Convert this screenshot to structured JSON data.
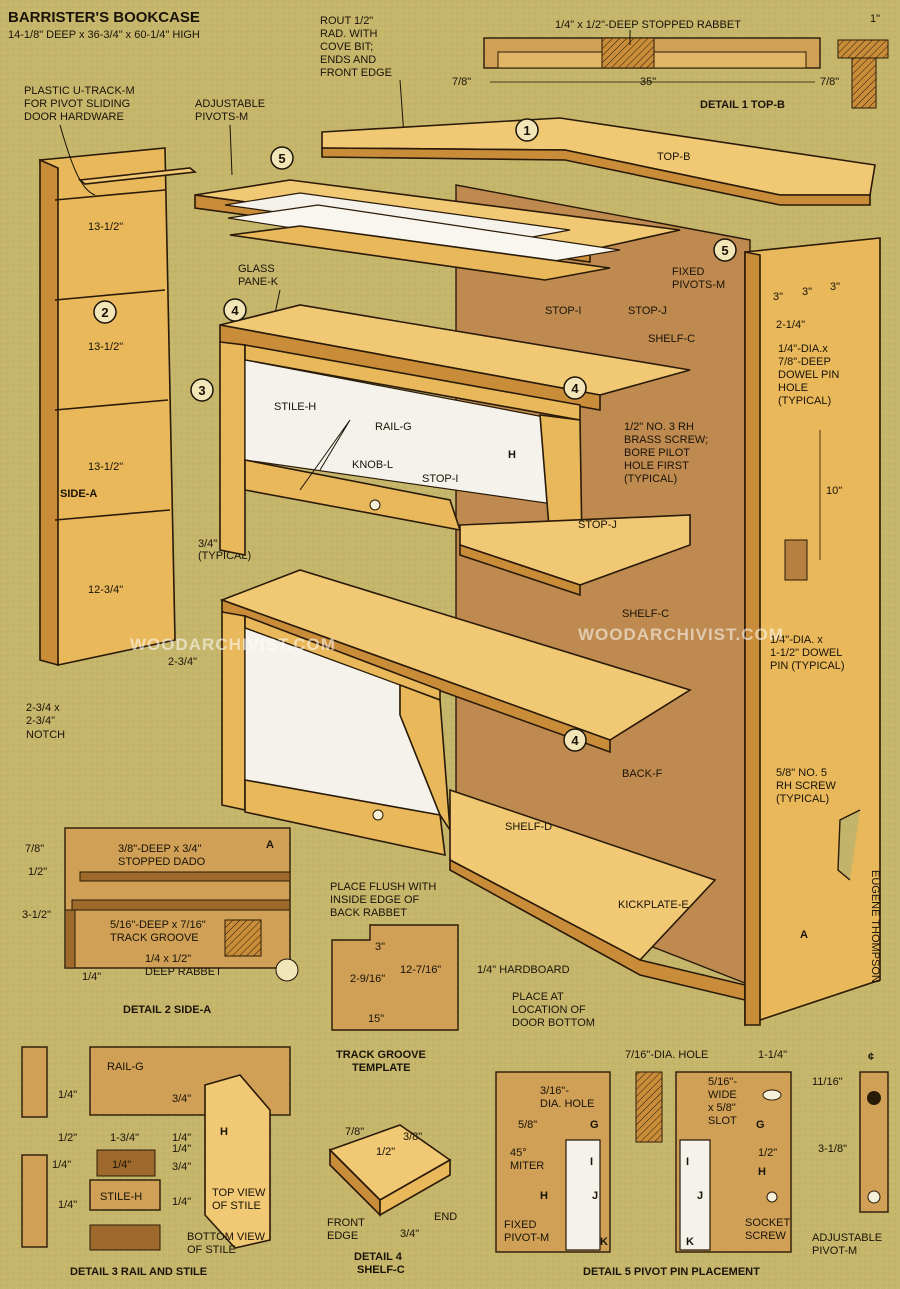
{
  "header": {
    "title": "BARRISTER'S BOOKCASE",
    "dimensions": "14-1/8\" DEEP x 36-3/4\" x 60-1/4\" HIGH"
  },
  "labels": {
    "plastic_utrack": "PLASTIC U-TRACK-M",
    "plastic_utrack_2": "FOR PIVOT SLIDING",
    "plastic_utrack_3": "DOOR HARDWARE",
    "adjustable_pivots": "ADJUSTABLE",
    "adjustable_pivots_2": "PIVOTS-M",
    "rout_1": "ROUT 1/2\"",
    "rout_2": "RAD. WITH",
    "rout_3": "COVE BIT;",
    "rout_4": "ENDS AND",
    "rout_5": "FRONT EDGE",
    "top_b": "TOP-B",
    "glass_pane_1": "GLASS",
    "glass_pane_2": "PANE-K",
    "fixed_pivots_1": "FIXED",
    "fixed_pivots_2": "PIVOTS-M",
    "stop_i_top": "STOP-I",
    "stop_j_top": "STOP-J",
    "shelf_c_top": "SHELF-C",
    "stile_h": "STILE-H",
    "rail_g": "RAIL-G",
    "h": "H",
    "knob_l": "KNOB-L",
    "stop_i_mid": "STOP-I",
    "stop_j_mid": "STOP-J",
    "brass_1": "1/2\" NO. 3 RH",
    "brass_2": "BRASS SCREW;",
    "brass_3": "BORE PILOT",
    "brass_4": "HOLE FIRST",
    "brass_5": "(TYPICAL)",
    "side_a": "SIDE-A",
    "shelf_c_mid": "SHELF-C",
    "back_f": "BACK-F",
    "shelf_d": "SHELF-D",
    "kickplate_e": "KICKPLATE-E",
    "a_right": "A",
    "dowel_hole_1": "1/4\"-DIA.x",
    "dowel_hole_2": "7/8\"-DEEP",
    "dowel_hole_3": "DOWEL PIN",
    "dowel_hole_4": "HOLE",
    "dowel_hole_5": "(TYPICAL)",
    "dowel_pin_1": "1/4\"-DIA. x",
    "dowel_pin_2": "1-1/2\" DOWEL",
    "dowel_pin_3": "PIN (TYPICAL)",
    "rh_screw_1": "5/8\" NO. 5",
    "rh_screw_2": "RH SCREW",
    "rh_screw_3": "(TYPICAL)",
    "notch_1": "2-3/4 x",
    "notch_2": "2-3/4\"",
    "notch_3": "NOTCH",
    "typical_1": "3/4\"",
    "typical_2": "(TYPICAL)",
    "signature": "EUGENE THOMPSON",
    "watermark_1": "WOODARCHIVIST.COM",
    "watermark_2": "WOODARCHIVIST.COM"
  },
  "dims": {
    "d_13_1": "13-1/2\"",
    "d_13_2": "13-1/2\"",
    "d_13_3": "13-1/2\"",
    "d_12_3_4": "12-3/4\"",
    "d_2_3_4": "2-3/4\"",
    "d_3a": "3\"",
    "d_3b": "3\"",
    "d_3c": "3\"",
    "d_2_1_4": "2-1/4\"",
    "d_10": "10\""
  },
  "callouts": [
    "1",
    "2",
    "3",
    "4",
    "4",
    "4",
    "5",
    "5"
  ],
  "detail1": {
    "title": "DETAIL 1 TOP-B",
    "rabbet": "1/4\" x 1/2\"-DEEP STOPPED RABBET",
    "d_7_8_left": "7/8\"",
    "d_35": "35\"",
    "d_7_8_right": "7/8\"",
    "d_1": "1\""
  },
  "detail2": {
    "title": "DETAIL 2 SIDE-A",
    "a": "A",
    "dado_1": "3/8\"-DEEP x 3/4\"",
    "dado_2": "STOPPED DADO",
    "groove_1": "5/16\"-DEEP x 7/16\"",
    "groove_2": "TRACK GROOVE",
    "rabbet_1": "1/4 x 1/2\"",
    "rabbet_2": "DEEP RABBET",
    "d_7_8": "7/8\"",
    "d_1_2": "1/2\"",
    "d_3_1_2": "3-1/2\"",
    "d_1_4": "1/4\""
  },
  "template": {
    "title_1": "TRACK GROOVE",
    "title_2": "TEMPLATE",
    "place_flush_1": "PLACE FLUSH WITH",
    "place_flush_2": "INSIDE EDGE OF",
    "place_flush_3": "BACK RABBET",
    "d_3": "3\"",
    "d_2_9_16": "2-9/16\"",
    "d_12_7_16": "12-7/16\"",
    "d_15": "15\"",
    "hardboard": "1/4\" HARDBOARD",
    "place_at_1": "PLACE AT",
    "place_at_2": "LOCATION OF",
    "place_at_3": "DOOR BOTTOM"
  },
  "detail3": {
    "title": "DETAIL 3 RAIL AND STILE",
    "rail_g": "RAIL-G",
    "h": "H",
    "stile_h": "STILE-H",
    "d_1_4_a": "1/4\"",
    "d_1_2": "1/2\"",
    "d_1_4_b": "1/4\"",
    "d_1_4_c": "1/4\"",
    "d_3_4_a": "3/4\"",
    "d_1_3_4": "1-3/4\"",
    "d_1_4_d": "1/4\"",
    "d_1_4_e": "1/4\"",
    "d_3_4_b": "3/4\"",
    "d_1_4_f": "1/4\"",
    "d_1_4_box": "1/4\"",
    "top_view_1": "TOP VIEW",
    "top_view_2": "OF STILE",
    "bottom_view_1": "BOTTOM VIEW",
    "bottom_view_2": "OF STILE"
  },
  "detail4": {
    "title_1": "DETAIL 4",
    "title_2": "SHELF-C",
    "d_7_8": "7/8\"",
    "d_3_8": "3/8\"",
    "d_1_2": "1/2\"",
    "d_3_4": "3/4\"",
    "front_1": "FRONT",
    "front_2": "EDGE",
    "end": "END"
  },
  "detail5": {
    "title": "DETAIL 5 PIVOT PIN PLACEMENT",
    "hole_3_16_1": "3/16\"-",
    "hole_3_16_2": "DIA. HOLE",
    "d_5_8": "5/8\"",
    "g_left": "G",
    "miter_1": "45°",
    "miter_2": "MITER",
    "i_left": "I",
    "h_left": "H",
    "j_left": "J",
    "fixed_1": "FIXED",
    "fixed_2": "PIVOT-M",
    "k_left": "K",
    "hole_7_16": "7/16\"-DIA. HOLE",
    "d_1_1_4": "1-1/4\"",
    "slot_1": "5/16\"-",
    "slot_2": "WIDE",
    "slot_3": "x 5/8\"",
    "slot_4": "SLOT",
    "g_right": "G",
    "d_1_2": "1/2\"",
    "i_right": "I",
    "h_right": "H",
    "j_right": "J",
    "socket_1": "SOCKET",
    "socket_2": "SCREW",
    "k_right": "K",
    "d_11_16": "11/16\"",
    "d_3_1_8": "3-1/8\"",
    "adj_1": "ADJUSTABLE",
    "adj_2": "PIVOT-M",
    "cl": "¢"
  }
}
